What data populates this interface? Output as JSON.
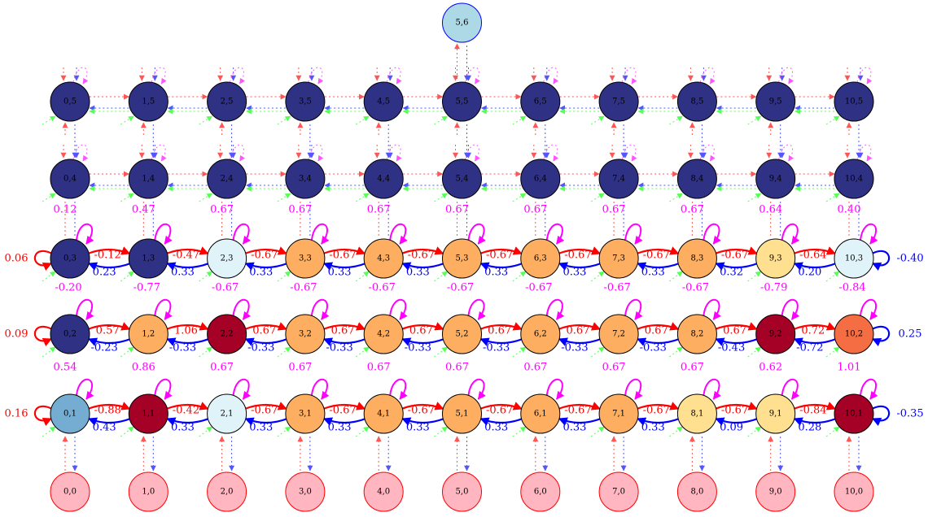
{
  "colors": {
    "right_edge": "#ff0000",
    "left_edge": "#0000ff",
    "self_loop": "#ff00ff",
    "top_node_fill": "#add8e6",
    "top_node_stroke": "#0000ff",
    "bottom_node_fill": "#ffb6c1",
    "bottom_node_stroke": "#ff0000",
    "dark_node_fill": "#2f3185",
    "gray_dotted_red": "#ff5555",
    "gray_dotted_blue": "#5555ff",
    "gray_dotted_green": "#55ff55",
    "gray_dotted_magenta": "#ff55ff"
  },
  "top_node": {
    "label": "5,6"
  },
  "row5": {
    "nodes": [
      "0,5",
      "1,5",
      "2,5",
      "3,5",
      "4,5",
      "5,5",
      "6,5",
      "7,5",
      "8,5",
      "9,5",
      "10,5"
    ]
  },
  "row4": {
    "nodes": [
      "0,4",
      "1,4",
      "2,4",
      "3,4",
      "4,4",
      "5,4",
      "6,4",
      "7,4",
      "8,4",
      "9,4",
      "10,4"
    ]
  },
  "row3": {
    "nodes": [
      "0,3",
      "1,3",
      "2,3",
      "3,3",
      "4,3",
      "5,3",
      "6,3",
      "7,3",
      "8,3",
      "9,3",
      "10,3"
    ],
    "fills": [
      "#2f3185",
      "#2f3185",
      "#e0f3f8",
      "#fdae61",
      "#fdae61",
      "#fdae61",
      "#fdae61",
      "#fdae61",
      "#fdae61",
      "#fee090",
      "#e0f3f8"
    ],
    "up_labels": [
      "0.12",
      "0.47",
      "0.67",
      "0.67",
      "0.67",
      "0.67",
      "0.67",
      "0.67",
      "0.67",
      "0.64",
      "0.40"
    ],
    "down_labels": [
      "-0.20",
      "-0.77",
      "-0.67",
      "-0.67",
      "-0.67",
      "-0.67",
      "-0.67",
      "-0.67",
      "-0.67",
      "-0.79",
      "-0.84"
    ],
    "right_labels": [
      "-0.12",
      "-0.47",
      "-0.67",
      "-0.67",
      "-0.67",
      "-0.67",
      "-0.67",
      "-0.67",
      "-0.67",
      "-0.64"
    ],
    "left_labels": [
      "0.23",
      "0.33",
      "0.33",
      "0.33",
      "0.33",
      "0.33",
      "0.33",
      "0.33",
      "0.32",
      "0.20"
    ],
    "west_loop": "0.06",
    "east_loop": "-0.40"
  },
  "row2": {
    "nodes": [
      "0,2",
      "1,2",
      "2,2",
      "3,2",
      "4,2",
      "5,2",
      "6,2",
      "7,2",
      "8,2",
      "9,2",
      "10,2"
    ],
    "fills": [
      "#2f3185",
      "#fdae61",
      "#a50026",
      "#fdae61",
      "#fdae61",
      "#fdae61",
      "#fdae61",
      "#fdae61",
      "#fdae61",
      "#a50026",
      "#f46d43"
    ],
    "right_labels": [
      "0.57",
      "1.06",
      "0.67",
      "0.67",
      "0.67",
      "0.67",
      "0.67",
      "0.67",
      "0.67",
      "0.72"
    ],
    "left_labels": [
      "-0.23",
      "-0.33",
      "-0.33",
      "-0.33",
      "-0.33",
      "-0.33",
      "-0.33",
      "-0.33",
      "-0.43",
      "-0.72"
    ],
    "west_loop": "0.09",
    "east_loop": "0.25"
  },
  "row1": {
    "nodes": [
      "0,1",
      "1,1",
      "2,1",
      "3,1",
      "4,1",
      "5,1",
      "6,1",
      "7,1",
      "8,1",
      "9,1",
      "10,1"
    ],
    "fills": [
      "#74add1",
      "#a50026",
      "#e0f3f8",
      "#fdae61",
      "#fdae61",
      "#fdae61",
      "#fdae61",
      "#fdae61",
      "#fee090",
      "#fee090",
      "#a50026"
    ],
    "up_labels": [
      "0.54",
      "0.86",
      "0.67",
      "0.67",
      "0.67",
      "0.67",
      "0.67",
      "0.67",
      "0.67",
      "0.62",
      "1.01"
    ],
    "right_labels": [
      "-0.88",
      "-0.42",
      "-0.67",
      "-0.67",
      "-0.67",
      "-0.67",
      "-0.67",
      "-0.67",
      "-0.67",
      "-0.84"
    ],
    "left_labels": [
      "0.43",
      "0.33",
      "0.33",
      "0.33",
      "0.33",
      "0.33",
      "0.33",
      "0.33",
      "0.09",
      "0.28"
    ],
    "west_loop": "0.16",
    "east_loop": "-0.35"
  },
  "row0": {
    "nodes": [
      "0,0",
      "1,0",
      "2,0",
      "3,0",
      "4,0",
      "5,0",
      "6,0",
      "7,0",
      "8,0",
      "9,0",
      "10,0"
    ]
  }
}
